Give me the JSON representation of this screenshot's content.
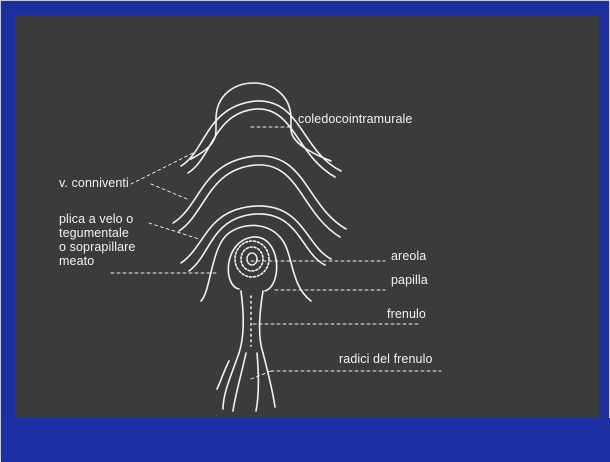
{
  "diagram": {
    "labels": {
      "coledoco": "coledocointramurale",
      "conniventi": "v. conniventi",
      "plica_line1": "plica a velo o",
      "plica_line2": "tegumentale",
      "plica_line3": "o soprapillare",
      "meato": "meato",
      "areola": "areola",
      "papilla": "papilla",
      "frenulo": "frenulo",
      "radici": "radici del frenulo"
    },
    "colors": {
      "frame": "#1b2f9e",
      "panel": "#3b3b3b",
      "line": "#f2f2f2"
    }
  }
}
